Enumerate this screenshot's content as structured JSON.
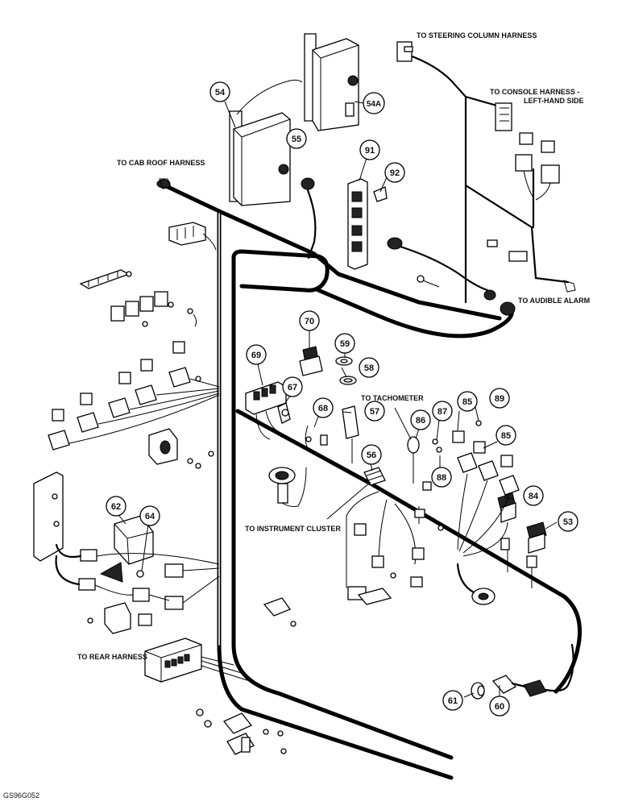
{
  "labels": {
    "steering": "TO STEERING COLUMN HARNESS",
    "console_1": "TO CONSOLE HARNESS -",
    "console_2": "LEFT-HAND SIDE",
    "cab_roof": "TO CAB ROOF HARNESS",
    "audible_alarm": "TO AUDIBLE ALARM",
    "tachometer": "TO TACHOMETER",
    "instrument_cluster": "TO INSTRUMENT CLUSTER",
    "rear_harness": "TO REAR HARNESS"
  },
  "callouts": {
    "c54": "54",
    "c54a": "54A",
    "c55": "55",
    "c91": "91",
    "c92": "92",
    "c70": "70",
    "c69": "69",
    "c59": "59",
    "c58": "58",
    "c67": "67",
    "c68": "68",
    "c57": "57",
    "c56": "56",
    "c86": "86",
    "c87": "87",
    "c85a": "85",
    "c89": "89",
    "c85b": "85",
    "c88": "88",
    "c84": "84",
    "c53": "53",
    "c62": "62",
    "c64": "64",
    "c61": "61",
    "c60": "60"
  },
  "figure_code": "GS96G052"
}
